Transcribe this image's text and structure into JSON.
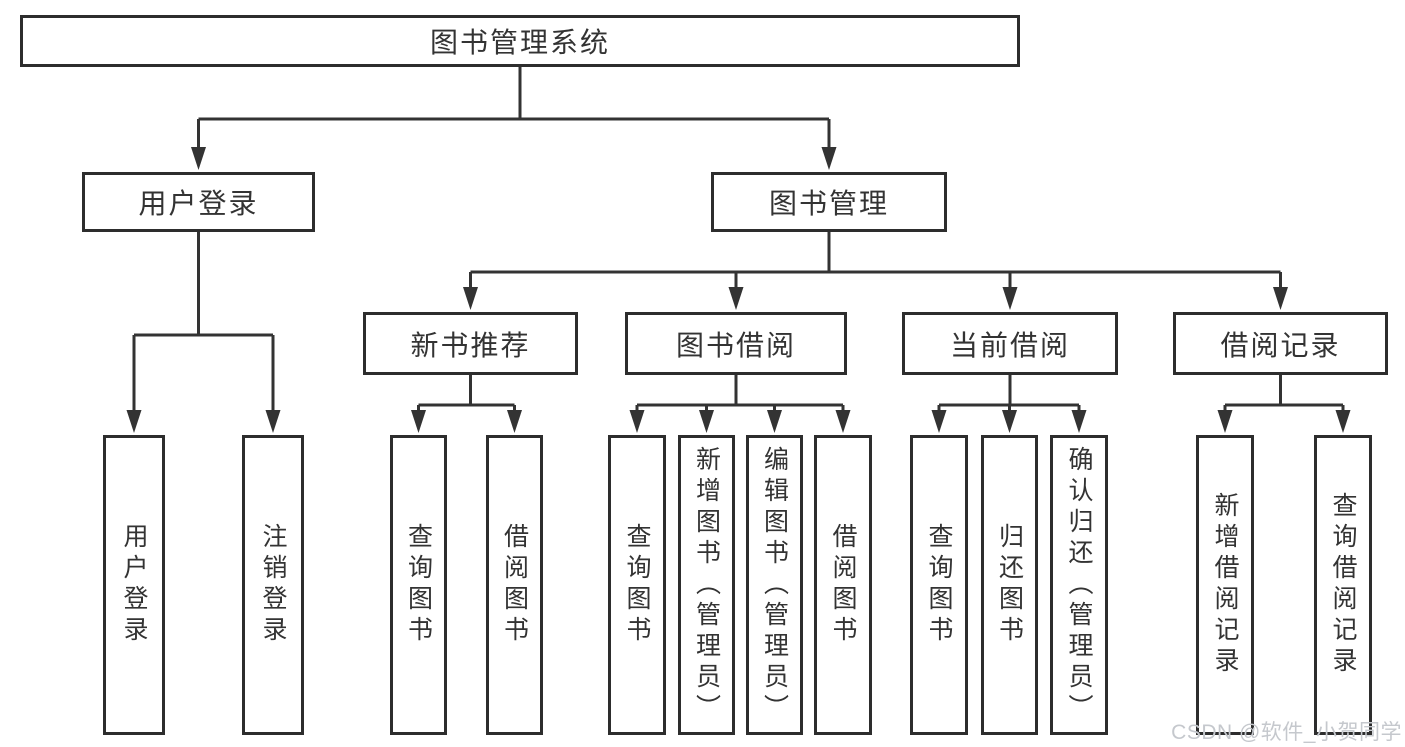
{
  "diagram": {
    "root": "图书管理系统",
    "level2": {
      "user_login": "用户登录",
      "book_mgmt": "图书管理"
    },
    "level3": [
      "新书推荐",
      "图书借阅",
      "当前借阅",
      "借阅记录"
    ],
    "leaves": {
      "user_login": [
        "用户登录",
        "注销登录"
      ],
      "new_book": [
        "查询图书",
        "借阅图书"
      ],
      "book_borrow": [
        "查询图书",
        "新增图书（管理员）",
        "编辑图书（管理员）",
        "借阅图书"
      ],
      "current_borrow": [
        "查询图书",
        "归还图书",
        "确认归还（管理员）"
      ],
      "borrow_records": [
        "新增借阅记录",
        "查询借阅记录"
      ]
    },
    "colors": {
      "line": "#333333",
      "box_border": "#2d2d2d",
      "text": "#333333",
      "background": "#ffffff",
      "watermark": "#c5c8cd"
    }
  },
  "watermark": "CSDN @软件_小贺同学"
}
